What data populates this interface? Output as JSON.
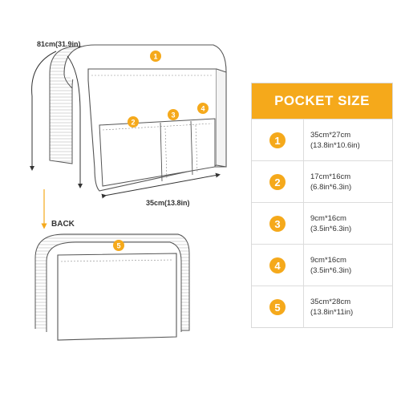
{
  "labels": {
    "height_dim": "81cm(31.9in)",
    "width_dim": "35cm(13.8in)",
    "back": "BACK"
  },
  "markers": {
    "front": [
      "1",
      "2",
      "3",
      "4"
    ],
    "back": "5"
  },
  "table": {
    "title": "POCKET SIZE",
    "rows": [
      {
        "num": "1",
        "cm": "35cm*27cm",
        "inch": "(13.8in*10.6in)"
      },
      {
        "num": "2",
        "cm": "17cm*16cm",
        "inch": "(6.8in*6.3in)"
      },
      {
        "num": "3",
        "cm": "9cm*16cm",
        "inch": "(3.5in*6.3in)"
      },
      {
        "num": "4",
        "cm": "9cm*16cm",
        "inch": "(3.5in*6.3in)"
      },
      {
        "num": "5",
        "cm": "35cm*28cm",
        "inch": "(13.8in*11in)"
      }
    ]
  },
  "colors": {
    "accent": "#f5a91b",
    "outline": "#555555",
    "border": "#dcdcdc"
  }
}
